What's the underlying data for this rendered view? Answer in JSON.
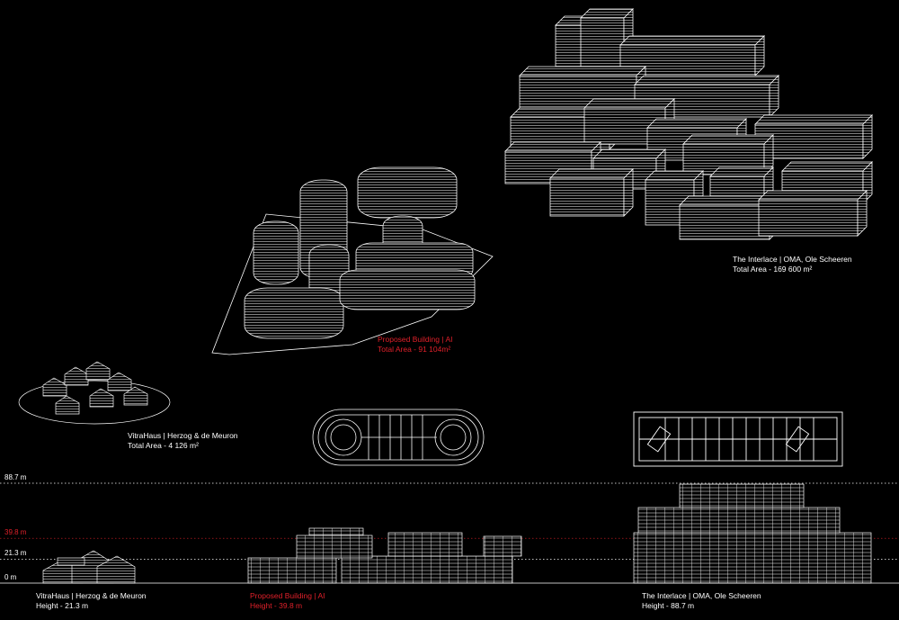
{
  "colors": {
    "background": "#000000",
    "line": "#ffffff",
    "accent": "#e0202a"
  },
  "captions": {
    "interlace_plan": {
      "line1": "The Interlace | OMA, Ole Scheeren",
      "line2": "Total Area - 169 600 m²"
    },
    "proposed_plan": {
      "line1": "Proposed Building | AI",
      "line2": "Total Area - 91 104m²"
    },
    "vitra_plan": {
      "line1": "VitraHaus | Herzog & de Meuron",
      "line2": "Total Area - 4 126 m²"
    },
    "vitra_elev": {
      "line1": "VitraHaus | Herzog & de Meuron",
      "line2": "Height - 21.3 m"
    },
    "proposed_elev": {
      "line1": "Proposed Building | AI",
      "line2": "Height - 39.8 m"
    },
    "interlace_elev": {
      "line1": "The Interlace | OMA, Ole Scheeren",
      "line2": "Height - 88.7 m"
    }
  },
  "levels": [
    {
      "label": "88.7 m",
      "value": 88.7,
      "accent": false
    },
    {
      "label": "39.8 m",
      "value": 39.8,
      "accent": true
    },
    {
      "label": "21.3 m",
      "value": 21.3,
      "accent": false
    },
    {
      "label": "0 m",
      "value": 0,
      "accent": false
    }
  ]
}
